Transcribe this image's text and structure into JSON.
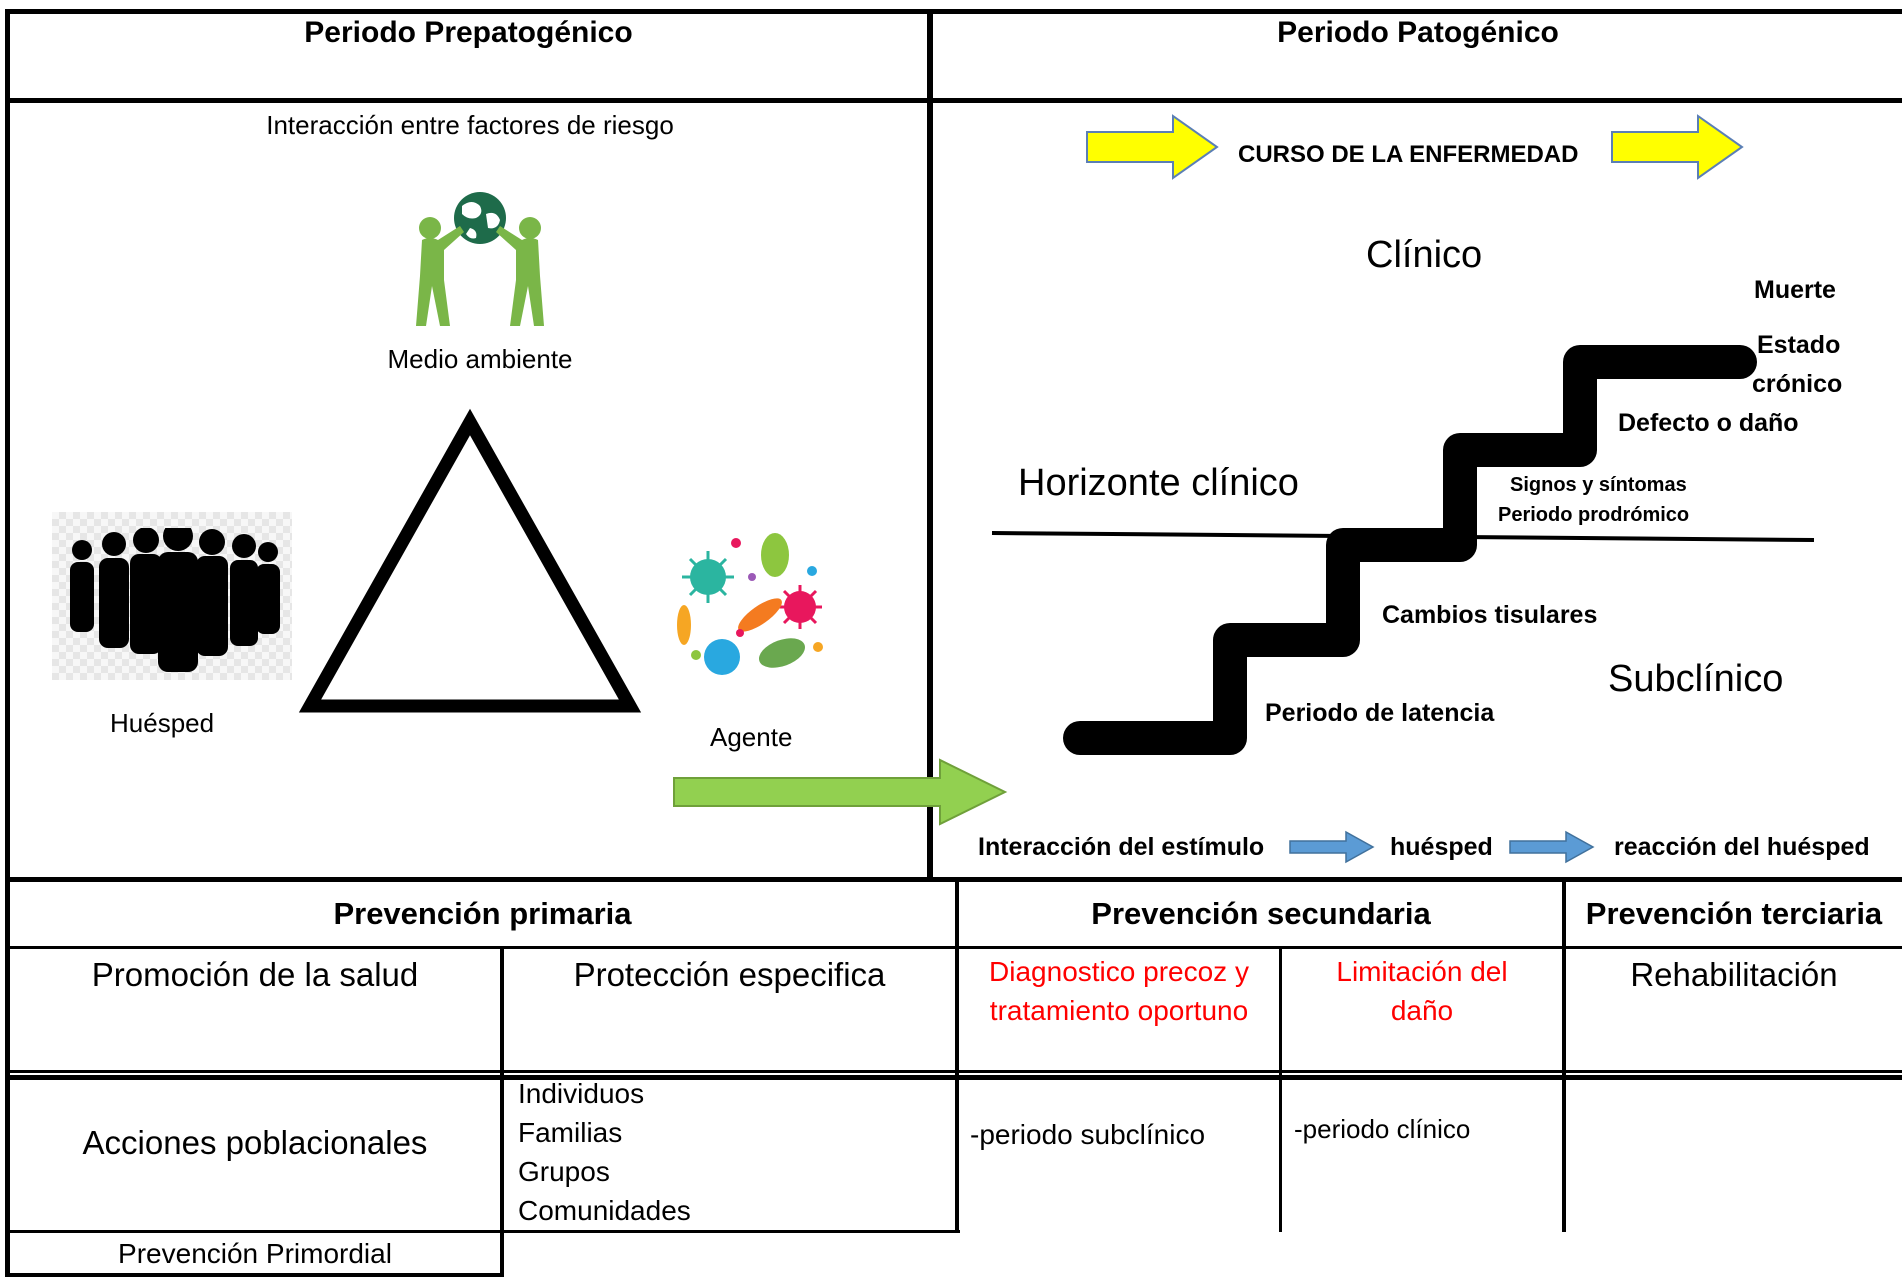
{
  "top": {
    "left_header": "Periodo Prepatogénico",
    "right_header": "Periodo Patogénico"
  },
  "prepatogenic": {
    "interaction": "Interacción entre factores de riesgo",
    "environment": "Medio ambiente",
    "host": "Huésped",
    "agent": "Agente"
  },
  "pathogenic": {
    "course": "CURSO DE LA ENFERMEDAD",
    "clinical": "Clínico",
    "horizon": "Horizonte clínico",
    "subclinical": "Subclínico",
    "stages": {
      "death": "Muerte",
      "chronic_1": "Estado",
      "chronic_2": "crónico",
      "defect": "Defecto o daño",
      "signs": "Signos y síntomas",
      "prodromal": "Periodo prodrómico",
      "tissue": "Cambios tisulares",
      "latency": "Periodo de latencia"
    },
    "flow": {
      "stimulus": "Interacción del estímulo",
      "host": "huésped",
      "reaction": "reacción del huésped"
    }
  },
  "prevention": {
    "primary": "Prevención primaria",
    "secondary": "Prevención secundaria",
    "tertiary": "Prevención terciaria",
    "health_promotion": "Promoción de la salud",
    "specific_protection": "Protección especifica",
    "early_dx_1": "Diagnostico precoz y",
    "early_dx_2": "tratamiento oportuno",
    "damage_limit_1": "Limitación del",
    "damage_limit_2": "daño",
    "rehab": "Rehabilitación",
    "population_actions": "Acciones poblacionales",
    "targets": [
      "Individuos",
      "Familias",
      "Grupos",
      "Comunidades"
    ],
    "subclinical_period": "-periodo subclínico",
    "clinical_period": "-periodo clínico",
    "primordial": "Prevención Primordial"
  },
  "colors": {
    "yellow_arrow": "#ffff00",
    "green_arrow": "#92d050",
    "blue_arrow": "#5b9bd5",
    "red_text": "#ff0000",
    "figure_green": "#7ab648"
  }
}
